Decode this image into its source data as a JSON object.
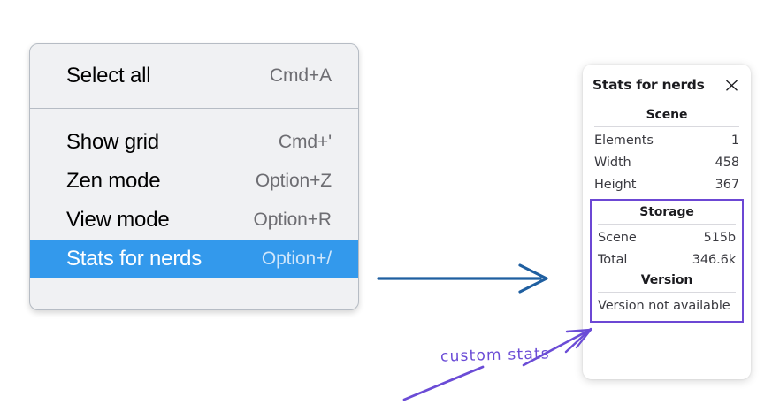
{
  "colors": {
    "menu_background": "#f0f1f3",
    "menu_border": "#b6bcc4",
    "menu_highlight": "#3399ec",
    "panel_background": "#ffffff",
    "annotation_purple": "#6b4cd6",
    "annotation_blue": "#1f5fa0",
    "highlight_box_border": "#6c47d4"
  },
  "context_menu": {
    "name": "context-menu",
    "groups": [
      {
        "items": [
          {
            "label": "Select all",
            "shortcut": "Cmd+A",
            "highlighted": false,
            "name": "select-all"
          }
        ]
      },
      {
        "items": [
          {
            "label": "Show grid",
            "shortcut": "Cmd+'",
            "highlighted": false,
            "name": "show-grid"
          },
          {
            "label": "Zen mode",
            "shortcut": "Option+Z",
            "highlighted": false,
            "name": "zen-mode"
          },
          {
            "label": "View mode",
            "shortcut": "Option+R",
            "highlighted": false,
            "name": "view-mode"
          },
          {
            "label": "Stats for nerds",
            "shortcut": "Option+/",
            "highlighted": true,
            "name": "stats-for-nerds"
          }
        ]
      }
    ]
  },
  "stats_panel": {
    "title": "Stats for nerds",
    "close_icon": "close-icon",
    "sections": [
      {
        "heading": "Scene",
        "highlighted": false,
        "rows": [
          {
            "key": "Elements",
            "value": "1"
          },
          {
            "key": "Width",
            "value": "458"
          },
          {
            "key": "Height",
            "value": "367"
          }
        ]
      },
      {
        "heading": "Storage",
        "highlighted": true,
        "rows": [
          {
            "key": "Scene",
            "value": "515b"
          },
          {
            "key": "Total",
            "value": "346.6k"
          }
        ]
      },
      {
        "heading": "Version",
        "highlighted": true,
        "single_line": "Version not available"
      }
    ]
  },
  "annotations": {
    "handwritten_note": "custom stats",
    "blue_arrow": "arrow-right-icon",
    "purple_arrow": "arrow-up-right-icon",
    "purple_underline": "underline-stroke"
  }
}
